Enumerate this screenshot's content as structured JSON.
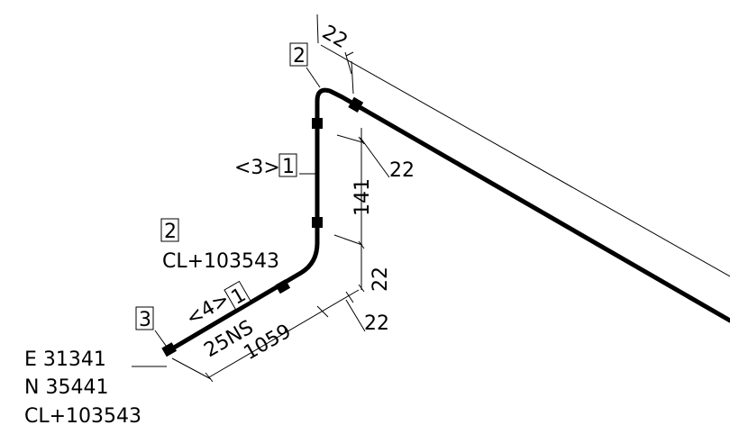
{
  "dimensions": {
    "d_top": "22",
    "d_top_right": "22",
    "d_vertical": "141",
    "d_bottom_vertical": "22",
    "d_bottom_horizontal": "22",
    "d_run": "1059"
  },
  "labels": {
    "box_top": "2",
    "vertical_prefix": "<3>",
    "vertical_box": "1",
    "mid_box": "2",
    "mid_cl": "CL+103543",
    "run_prefix": "<4>",
    "run_box": "1",
    "pipe_size": "25NS",
    "end_box": "3",
    "coord_e": "E 31341",
    "coord_n": "N 35441",
    "coord_cl": "CL+103543"
  }
}
